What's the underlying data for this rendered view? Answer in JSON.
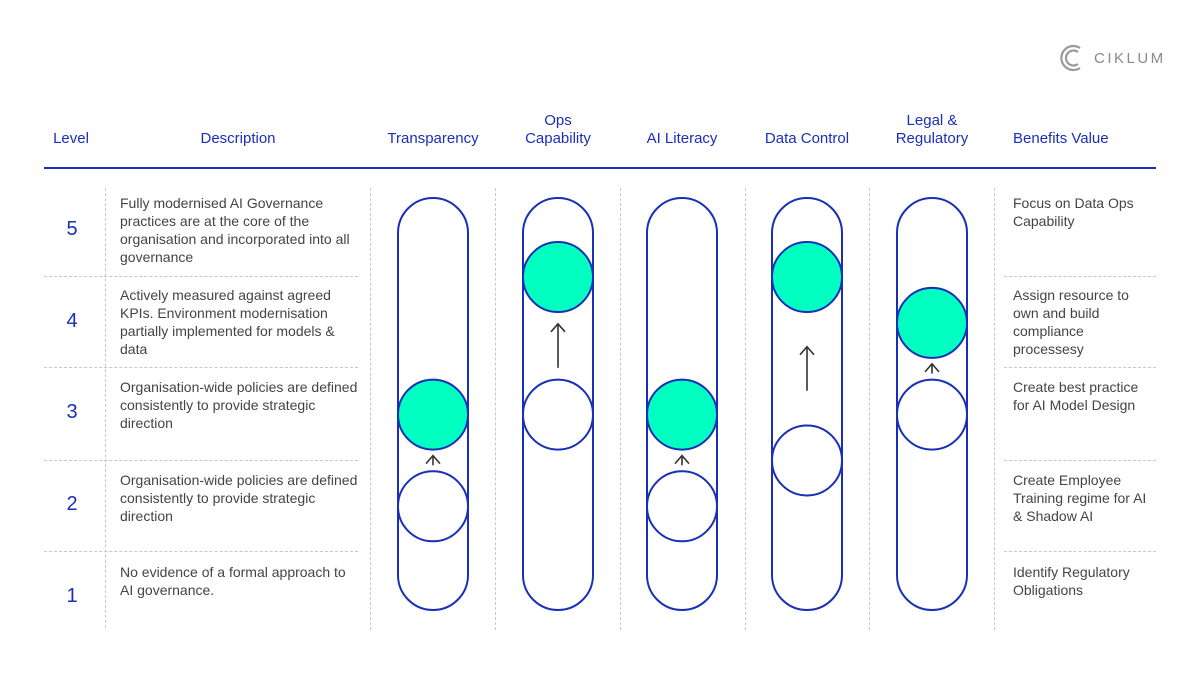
{
  "brand": {
    "name": "CIKLUM",
    "icon": "ciklum-logo-icon"
  },
  "headers": {
    "level": "Level",
    "description": "Description",
    "transparency": "Transparency",
    "ops_line1": "Ops",
    "ops_line2": "Capability",
    "ai_literacy": "AI Literacy",
    "data_control": "Data Control",
    "legal_line1": "Legal &",
    "legal_line2": "Regulatory",
    "benefits": "Benefits Value"
  },
  "rows": [
    {
      "level": "5",
      "description": "Fully modernised AI Governance practices are at the core of the organisation and incorporated into all governance",
      "benefit": "Focus on Data Ops Capability"
    },
    {
      "level": "4",
      "description": "Actively measured against agreed KPIs. Environment modernisation partially implemented for models & data",
      "benefit": "Assign resource to own and build compliance processesy"
    },
    {
      "level": "3",
      "description": "Organisation-wide policies are defined consistently to provide strategic direction",
      "benefit": "Create best practice for AI Model Design"
    },
    {
      "level": "2",
      "description": "Organisation-wide policies are defined consistently to provide strategic direction",
      "benefit": "Create Employee Training regime for AI & Shadow AI"
    },
    {
      "level": "1",
      "description": "No evidence of a formal approach to AI governance.",
      "benefit": "Identify Regulatory Obligations"
    }
  ],
  "columns": [
    {
      "key": "transparency",
      "current_level": 2,
      "target_level": 3
    },
    {
      "key": "ops_capability",
      "current_level": 3,
      "target_level": 4.5
    },
    {
      "key": "ai_literacy",
      "current_level": 2,
      "target_level": 3
    },
    {
      "key": "data_control",
      "current_level": 2.5,
      "target_level": 4.5
    },
    {
      "key": "legal_regulatory",
      "current_level": 3,
      "target_level": 4
    }
  ],
  "colors": {
    "accent": "#1a2fb8",
    "target_fill": "#00ffc0",
    "divider": "#c7c7c7",
    "text": "#444444"
  }
}
